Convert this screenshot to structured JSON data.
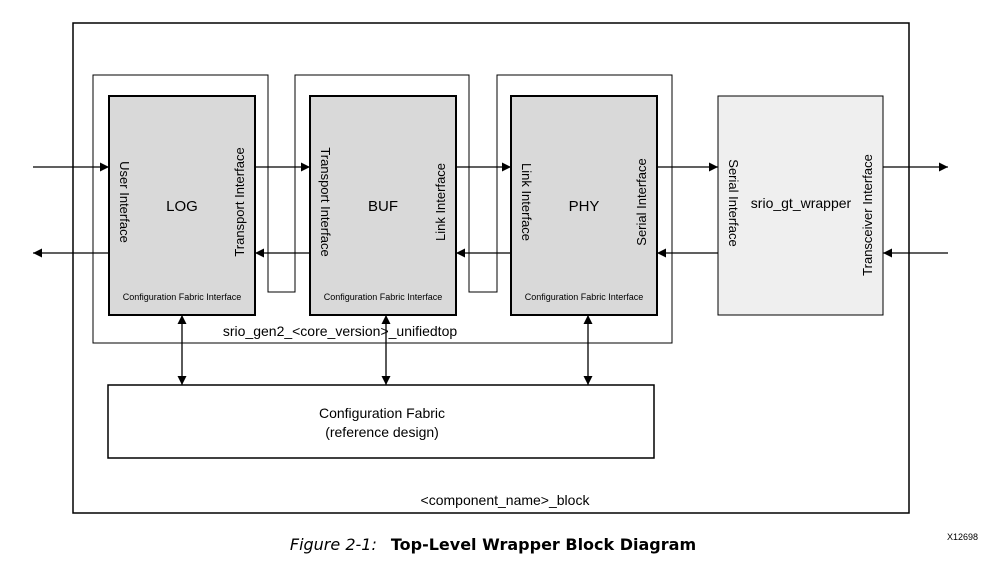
{
  "diagram": {
    "figure_id": "X12698",
    "outer_block_label": "<component_name>_block",
    "unifiedtop_label": "srio_gen2_<core_version>_unifiedtop",
    "colors": {
      "block_fill": "#d9d9d9",
      "wrapper_fill": "#efefef",
      "stroke": "#000000"
    },
    "log": {
      "name": "LOG",
      "left_port": "User Interface",
      "right_port": "Transport Interface",
      "config_port": "Configuration Fabric Interface"
    },
    "buf": {
      "name": "BUF",
      "left_port": "Transport Interface",
      "right_port": "Link Interface",
      "config_port": "Configuration Fabric Interface"
    },
    "phy": {
      "name": "PHY",
      "left_port": "Link Interface",
      "right_port": "Serial Interface",
      "config_port": "Configuration Fabric Interface"
    },
    "wrapper": {
      "name": "srio_gt_wrapper",
      "left_port": "Serial Interface",
      "right_port": "Transceiver Interface"
    },
    "config_fabric": {
      "line1": "Configuration Fabric",
      "line2": "(reference design)"
    }
  },
  "caption": {
    "number": "Figure 2-1:",
    "title": "Top-Level Wrapper Block Diagram"
  }
}
